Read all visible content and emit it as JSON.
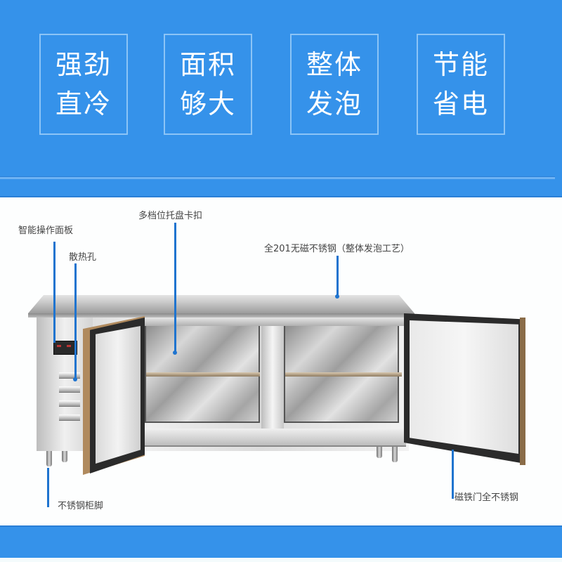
{
  "banner": {
    "background_color": "#3592ea",
    "features": [
      {
        "line1": "强劲",
        "line2": "直冷"
      },
      {
        "line1": "面积",
        "line2": "够大"
      },
      {
        "line1": "整体",
        "line2": "发泡"
      },
      {
        "line1": "节能",
        "line2": "省电"
      }
    ]
  },
  "product": {
    "callouts": {
      "control_panel": "智能操作面板",
      "vents": "散热孔",
      "tray_clips": "多档位托盘卡扣",
      "steel_body": "全201无磁不锈钢（整体发泡工艺）",
      "legs": "不锈钢柜脚",
      "door": "磁铁门全不锈钢"
    },
    "callout_line_color": "#1f74cf"
  },
  "footer": {
    "background_color": "#3592ea"
  }
}
